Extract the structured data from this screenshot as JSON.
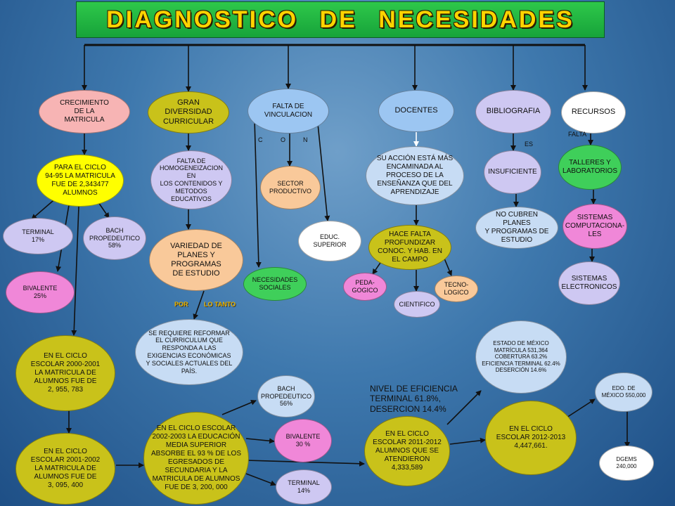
{
  "title": "DIAGNOSTICO   DE   NECESIDADES",
  "nodes": {
    "crecimiento": "CRECIMIENTO\nDE LA\nMATRICULA",
    "gran_diversidad": "GRAN\nDIVERSIDAD\nCURRICULAR",
    "falta_vinculacion": "FALTA DE\nVINCULACION",
    "docentes": "DOCENTES",
    "bibliografia": "BIBLIOGRAFIA",
    "recursos": "RECURSOS",
    "para_el_ciclo": "PARA EL CICLO\n94-95 LA MATRICULA\nFUE DE 2,343477\nALUMNOS",
    "terminal_17": "TERMINAL\n17%",
    "bach_58": "BACH\nPROPEDEUTICO\n58%",
    "bivalente_25": "BIVALENTE\n25%",
    "falta_homogeneizacion": "FALTA DE\nHOMOGENEIZACION EN\nLOS CONTENIDOS Y\nMETODOS\nEDUCATIVOS",
    "variedad": "VARIEDAD DE\nPLANES Y\nPROGRAMAS\nDE ESTUDIO",
    "se_requiere": "SE REQUIERE REFORMAR\nEL CURRICULUM QUE\nRESPONDA A LAS\nEXIGENCIAS ECONÓMICAS\nY SOCIALES ACTUALES DEL\nPAÍS.",
    "sector_productivo": "SECTOR\nPRODUCTIVO",
    "educ_superior": "EDUC.\nSUPERIOR",
    "necesidades_sociales": "NECESIDADES\nSOCIALES",
    "su_accion": "SU ACCIÓN ESTÁ MÁS\nENCAMINADA AL\nPROCESO DE LA\nENSEÑANZA QUE DEL\nAPRENDIZAJE",
    "hace_falta": "HACE FALTA\nPROFUNDIZAR\nCONOC. Y HAB. EN\nEL CAMPO",
    "pedagogico": "PEDA-\nGOGICO",
    "cientifico": "CIENTIFICO",
    "tecnologico": "TECNO-\nLOGICO",
    "insuficiente": "INSUFICIENTE",
    "no_cubren": "NO CUBREN PLANES\nY PROGRAMAS DE\nESTUDIO",
    "talleres": "TALLERES  Y\nLABORATORIOS",
    "sistemas_comp": "SISTEMAS\nCOMPUTACIONA-\nLES",
    "sistemas_elec": "SISTEMAS\nELECTRONICOS",
    "ciclo_2000": "EN EL CICLO\nESCOLAR 2000-2001\nLA MATRICULA DE\nALUMNOS FUE DE\n2, 955, 783",
    "ciclo_2001": "EN EL CICLO\nESCOLAR 2001-2002\nLA MATRICULA DE\nALUMNOS FUE DE\n3, 095, 400",
    "ciclo_2002": "EN EL CICLO ESCOLAR\n2002-2003 LA EDUCACIÓN\nMEDIA SUPERIOR\nABSORBE EL 93 % DE LOS\nEGRESADOS DE\nSECUNDARIA Y LA\nMATRICULA DE ALUMNOS\nFUE DE     3, 200, 000",
    "bach_56": "BACH\nPROPEDEUTICO\n56%",
    "bivalente_30": "BIVALENTE\n30 %",
    "terminal_14": "TERMINAL\n14%",
    "ciclo_2011": "EN EL CICLO\nESCOLAR 2011-2012\nALUMNOS QUE SE\nATENDIERON\n4,333,589",
    "ciclo_2012": "EN EL CICLO\nESCOLAR 2012-2013\n4,447,661.",
    "estado_mexico": "ESTADO DE MÉXICO\nMATRÍCULA 531,364\nCOBERTURA 63.2%\nEFICIENCIA TERMINAL 62.4%\nDESERCIÓN 14.6%",
    "edo_mexico": "EDO. DE\nMÉXICO 550,000",
    "dgems": "DGEMS\n240,000"
  },
  "labels": {
    "c": "C",
    "o": "O",
    "n": "N",
    "es": "ES",
    "falta": "FALTA",
    "por": "POR",
    "lo_tanto": "LO TANTO",
    "nivel_eficiencia": "NIVEL DE EFICIENCIA\nTERMINAL 61.8%,\nDESERCION 14.4%"
  },
  "colors": {
    "pink": "#f7b4b4",
    "olive": "#c9c21a",
    "blue": "#9cc6f2",
    "lavender": "#cec8f2",
    "yellow": "#ffff00",
    "peach": "#f9c99a",
    "green": "#3fcf5a",
    "magenta": "#f087d8",
    "lightblue": "#c7dcf4",
    "title_bg": "#22b843",
    "title_text": "#ffd400"
  }
}
